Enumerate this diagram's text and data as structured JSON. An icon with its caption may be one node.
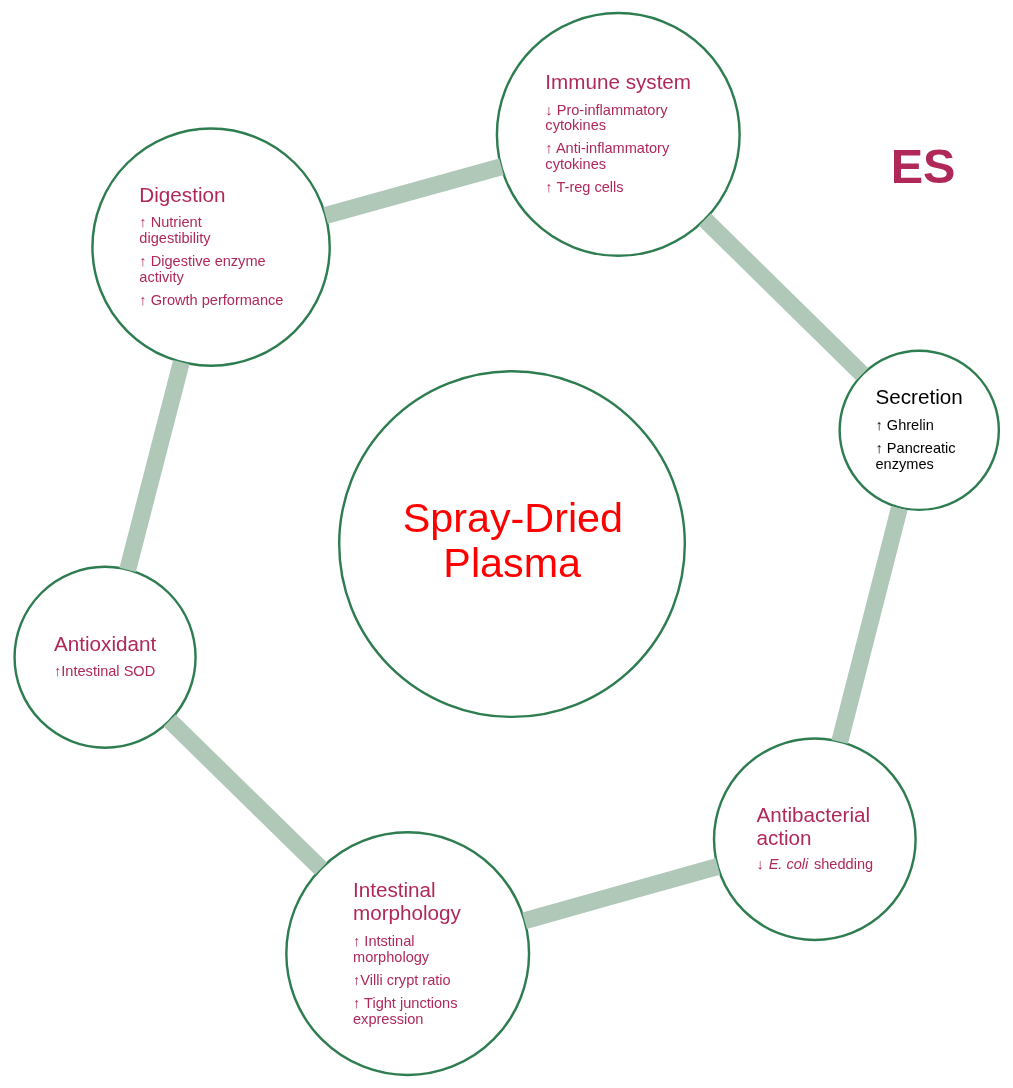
{
  "diagram": {
    "nodes": [
      {
        "text": [
          "Digestion",
          "↑ Nutrient digestibility",
          "↑ Digestive enzyme activity",
          "↑ Growth performance"
        ]
      },
      {
        "text": [
          "Antioxidant",
          "↑Intestinal SOD"
        ]
      },
      {
        "text": [
          "Immune system",
          "↓ Pro-inflammatory cytokines",
          "↑ Anti-inflammatory cytokines",
          "↑ T-reg cells"
        ]
      },
      {
        "text": [
          "Spray-Dried Plasma"
        ]
      },
      {
        "text": [
          "Secretion",
          "↑ Ghrelin",
          "↑ Pancreatic enzymes"
        ]
      },
      {
        "text": [
          "Intestinal morphology",
          "↑ Intstinal morphology",
          "↑Villi crypt ratio",
          "↑ Tight junctions expression"
        ]
      },
      {
        "text": [
          "Antibacterial action",
          "↓ *E. coli* shedding"
        ]
      }
    ],
    "edges": [
      {
        "from": 0,
        "to": 2,
        "arrow": "none"
      },
      {
        "from": 2,
        "to": 4,
        "arrow": "none"
      },
      {
        "from": 4,
        "to": 6,
        "arrow": "none"
      },
      {
        "from": 6,
        "to": 5,
        "arrow": "none"
      },
      {
        "from": 5,
        "to": 1,
        "arrow": "none"
      },
      {
        "from": 1,
        "to": 0,
        "arrow": "none"
      }
    ],
    "labels": [
      "ES"
    ]
  }
}
